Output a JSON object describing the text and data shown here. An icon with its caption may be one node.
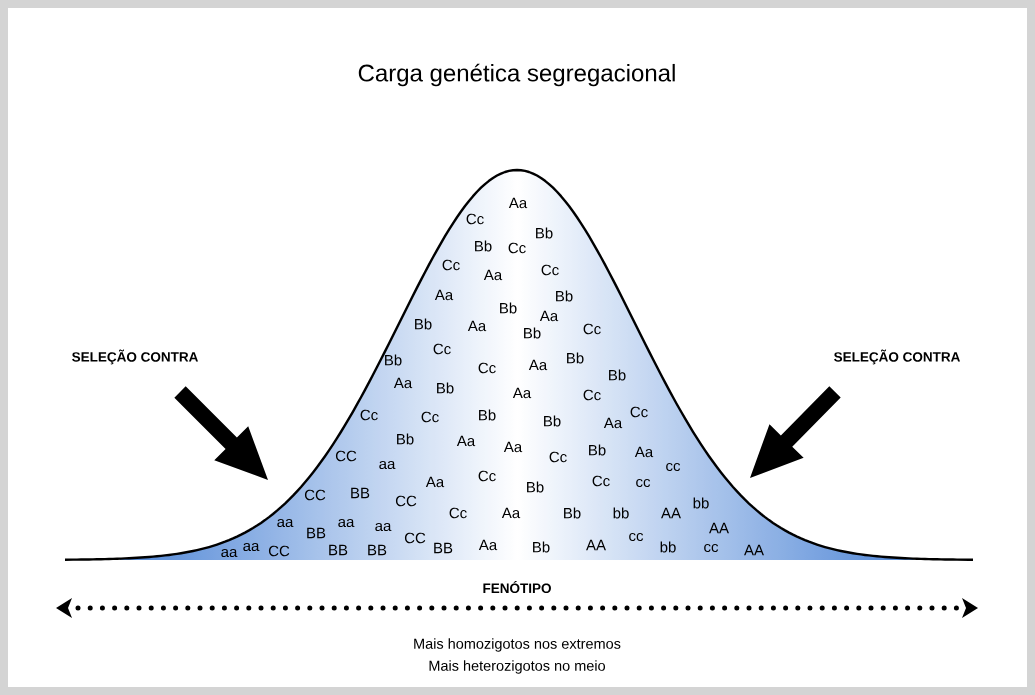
{
  "diagram": {
    "title": "Carga genética segregacional",
    "labels": [
      "Aa",
      "Cc",
      "Bb",
      "Bb",
      "Cc",
      "Cc",
      "Cc",
      "Aa",
      "Aa",
      "Bb",
      "Bb",
      "Aa",
      "Bb",
      "Aa",
      "Cc",
      "Bb",
      "Cc",
      "SELEÇÃO CONTRA",
      "SELEÇÃO CONTRA",
      "Bb",
      "Bb",
      "Aa",
      "Cc",
      "Bb",
      "Aa",
      "Bb",
      "Aa",
      "Cc",
      "Cc",
      "Cc",
      "Bb",
      "Cc",
      "Bb",
      "Aa",
      "Bb",
      "Aa",
      "Aa",
      "Bb",
      "Aa",
      "CC",
      "Cc",
      "aa",
      "cc",
      "Cc",
      "Cc",
      "Aa",
      "cc",
      "Bb",
      "BB",
      "CC",
      "CC",
      "bb",
      "Cc",
      "Aa",
      "Bb",
      "bb",
      "AA",
      "aa",
      "aa",
      "aa",
      "AA",
      "BB",
      "cc",
      "CC",
      "Aa",
      "AA",
      "aa",
      "Bb",
      "bb",
      "BB",
      "cc",
      "BB",
      "BB",
      "AA",
      "CC",
      "aa",
      "FENÓTIPO",
      "Mais homozigotos nos extremos",
      "Mais heterozigotos no meio"
    ]
  }
}
